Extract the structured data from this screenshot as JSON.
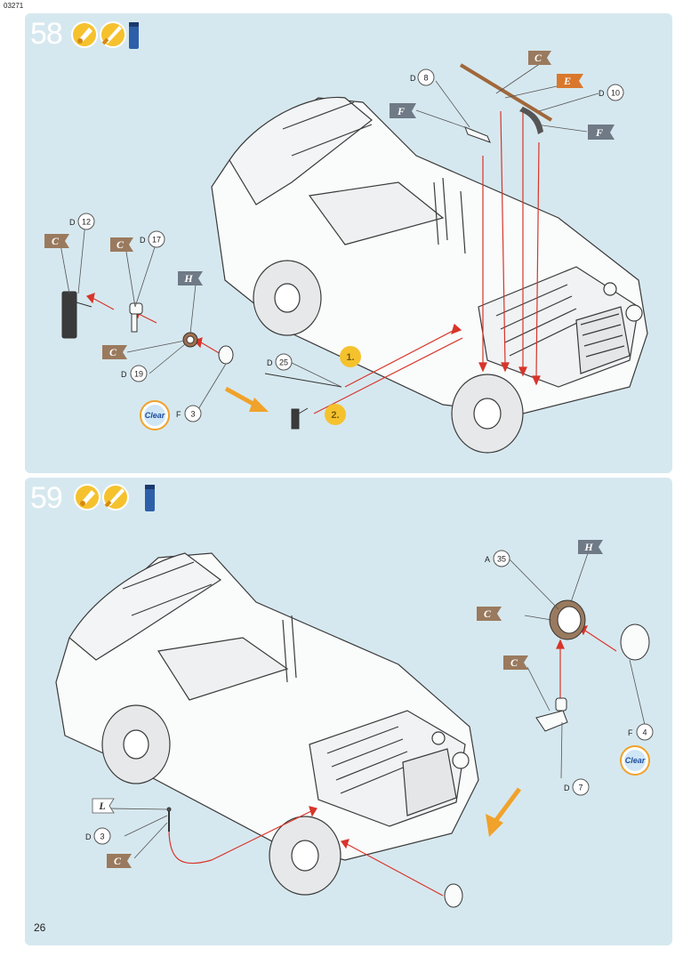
{
  "document": {
    "code": "03271",
    "page_number": "26"
  },
  "steps": [
    {
      "number": "58",
      "parts": [
        {
          "letter": "D",
          "num": "8"
        },
        {
          "letter": "D",
          "num": "10"
        },
        {
          "letter": "D",
          "num": "12"
        },
        {
          "letter": "D",
          "num": "17"
        },
        {
          "letter": "D",
          "num": "19"
        },
        {
          "letter": "D",
          "num": "25"
        },
        {
          "letter": "F",
          "num": "3"
        }
      ],
      "colors": [
        "C",
        "E",
        "F",
        "F",
        "C",
        "C",
        "H",
        "C"
      ],
      "substeps": [
        "1.",
        "2."
      ],
      "clear_label": "Clear",
      "tool_icons": [
        "glue-icon",
        "brush-icon",
        "clear-paint-icon"
      ]
    },
    {
      "number": "59",
      "parts": [
        {
          "letter": "A",
          "num": "35"
        },
        {
          "letter": "F",
          "num": "4"
        },
        {
          "letter": "D",
          "num": "7"
        },
        {
          "letter": "D",
          "num": "3"
        }
      ],
      "colors": [
        "H",
        "C",
        "C",
        "L",
        "C"
      ],
      "clear_label": "Clear",
      "tool_icons": [
        "glue-icon",
        "brush-icon",
        "clear-paint-icon"
      ]
    }
  ],
  "palette": {
    "panel": "#d6e8ef",
    "flag_brown": "#9a7a5e",
    "flag_orange": "#d9782c",
    "flag_grey": "#6f7a86",
    "arrow_red": "#d8352a",
    "arrow_orange": "#f0a22a"
  }
}
